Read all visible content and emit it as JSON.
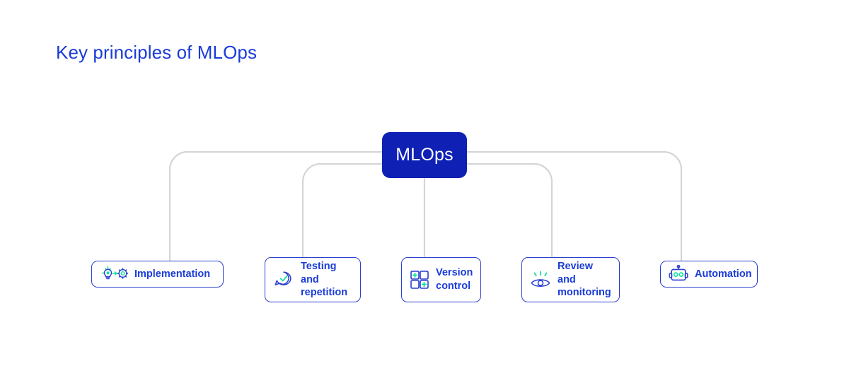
{
  "page": {
    "title": "Key principles of MLOps",
    "background": "#ffffff"
  },
  "colors": {
    "title_blue": "#1a3cd8",
    "hub_blue": "#0f21b5",
    "node_border": "#2b3fd0",
    "node_text": "#1a3cd8",
    "accent_green": "#17e0a0",
    "connector_gray": "#d5d5d5",
    "hub_text": "#ffffff"
  },
  "diagram": {
    "type": "hub-and-spoke",
    "hub": {
      "label": "MLOps",
      "icon": "none"
    },
    "nodes": [
      {
        "id": "implementation",
        "label": "Implementation",
        "icon": "lightbulb-to-gear-icon",
        "lines": 1
      },
      {
        "id": "testing",
        "label": "Testing and\nrepetition",
        "icon": "speech-bubble-check-icon",
        "lines": 2
      },
      {
        "id": "version",
        "label": "Version\ncontrol",
        "icon": "grid-plus-icon",
        "lines": 2
      },
      {
        "id": "review",
        "label": "Review and\nmonitoring",
        "icon": "eye-rays-icon",
        "lines": 2
      },
      {
        "id": "automation",
        "label": "Automation",
        "icon": "robot-head-icon",
        "lines": 1
      }
    ]
  }
}
